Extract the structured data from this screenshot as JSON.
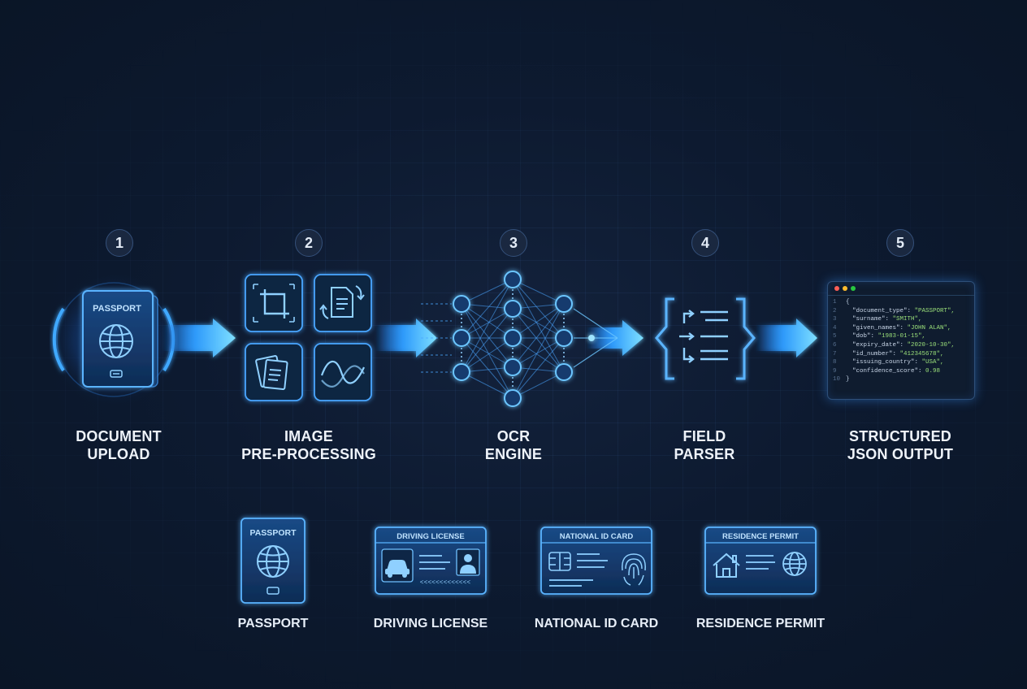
{
  "stages": [
    {
      "number": "1",
      "title_line1": "DOCUMENT",
      "title_line2": "UPLOAD"
    },
    {
      "number": "2",
      "title_line1": "IMAGE",
      "title_line2": "PRE-PROCESSING"
    },
    {
      "number": "3",
      "title_line1": "OCR",
      "title_line2": "ENGINE"
    },
    {
      "number": "4",
      "title_line1": "FIELD",
      "title_line2": "PARSER"
    },
    {
      "number": "5",
      "title_line1": "STRUCTURED",
      "title_line2": "JSON OUTPUT"
    }
  ],
  "upload_icon_text": "PASSPORT",
  "json_output": {
    "lines": [
      {
        "n": "1",
        "text": "{"
      },
      {
        "n": "2",
        "key": "\"document_type\":",
        "value": "\"PASSPORT\","
      },
      {
        "n": "3",
        "key": "\"surname\":",
        "value": "\"SMITH\","
      },
      {
        "n": "4",
        "key": "\"given_names\":",
        "value": "\"JOHN ALAN\","
      },
      {
        "n": "5",
        "key": "\"dob\":",
        "value": "\"1983-01-15\","
      },
      {
        "n": "6",
        "key": "\"expiry_date\":",
        "value": "\"2020-10-30\","
      },
      {
        "n": "7",
        "key": "\"id_number\":",
        "value": "\"412345678\","
      },
      {
        "n": "8",
        "key": "\"issuing_country\":",
        "value": "\"USA\","
      },
      {
        "n": "9",
        "key": "\"confidence_score\":",
        "value": "0.98"
      },
      {
        "n": "10",
        "text": "}"
      }
    ]
  },
  "documents": [
    {
      "label": "PASSPORT",
      "card_title": "PASSPORT"
    },
    {
      "label": "DRIVING LICENSE",
      "card_title": "DRIVING LICENSE",
      "mrz": "<<<<<<<<<<<<<"
    },
    {
      "label": "NATIONAL ID CARD",
      "card_title": "NATIONAL ID CARD"
    },
    {
      "label": "RESIDENCE PERMIT",
      "card_title": "RESIDENCE PERMIT"
    }
  ],
  "colors": {
    "accent": "#3fa9ff",
    "arrow": "#5cc8ff",
    "json_value": "#9be07a"
  }
}
